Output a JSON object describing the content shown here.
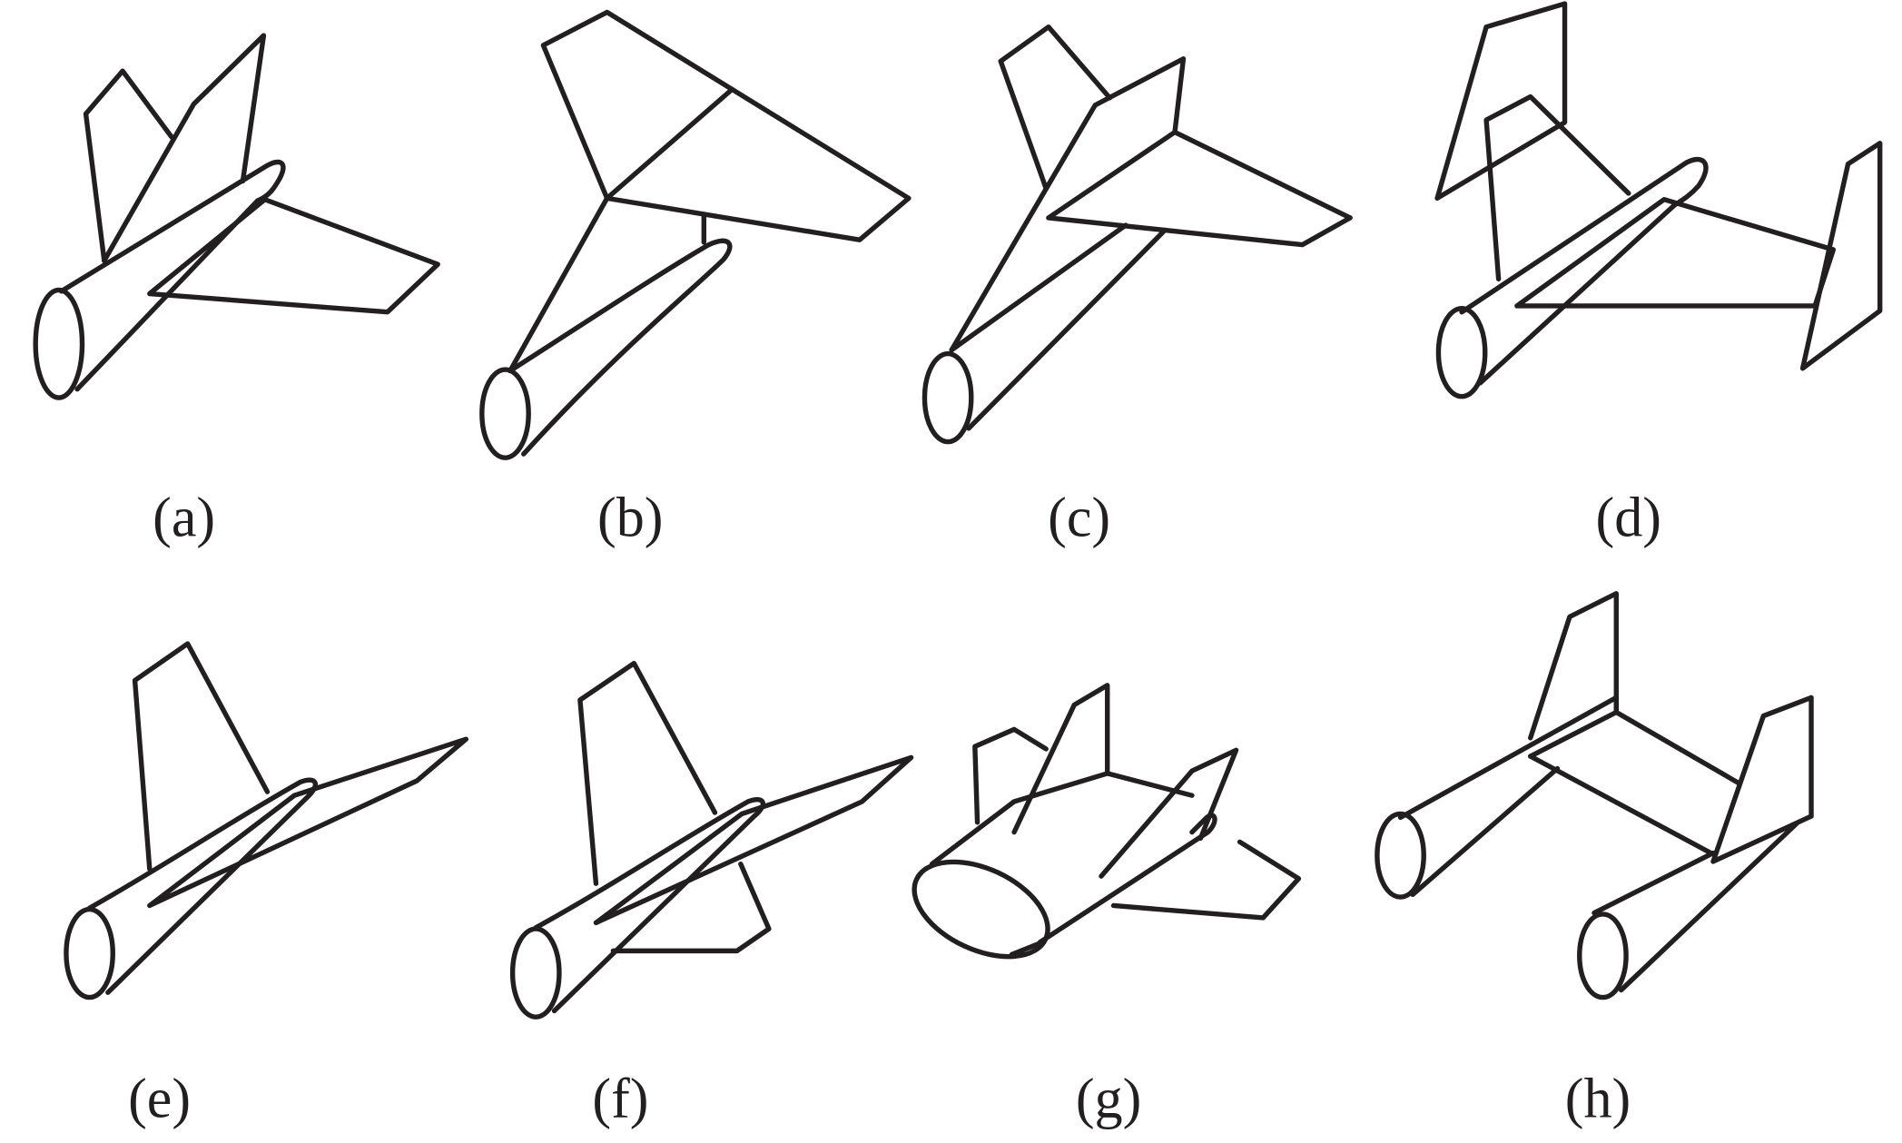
{
  "figure": {
    "panels": [
      {
        "id": "a",
        "label": "(a)"
      },
      {
        "id": "b",
        "label": "(b)"
      },
      {
        "id": "c",
        "label": "(c)"
      },
      {
        "id": "d",
        "label": "(d)"
      },
      {
        "id": "e",
        "label": "(e)"
      },
      {
        "id": "f",
        "label": "(f)"
      },
      {
        "id": "g",
        "label": "(g)"
      },
      {
        "id": "h",
        "label": "(h)"
      }
    ],
    "colors": {
      "line": "#231f20",
      "background": "#ffffff"
    }
  }
}
